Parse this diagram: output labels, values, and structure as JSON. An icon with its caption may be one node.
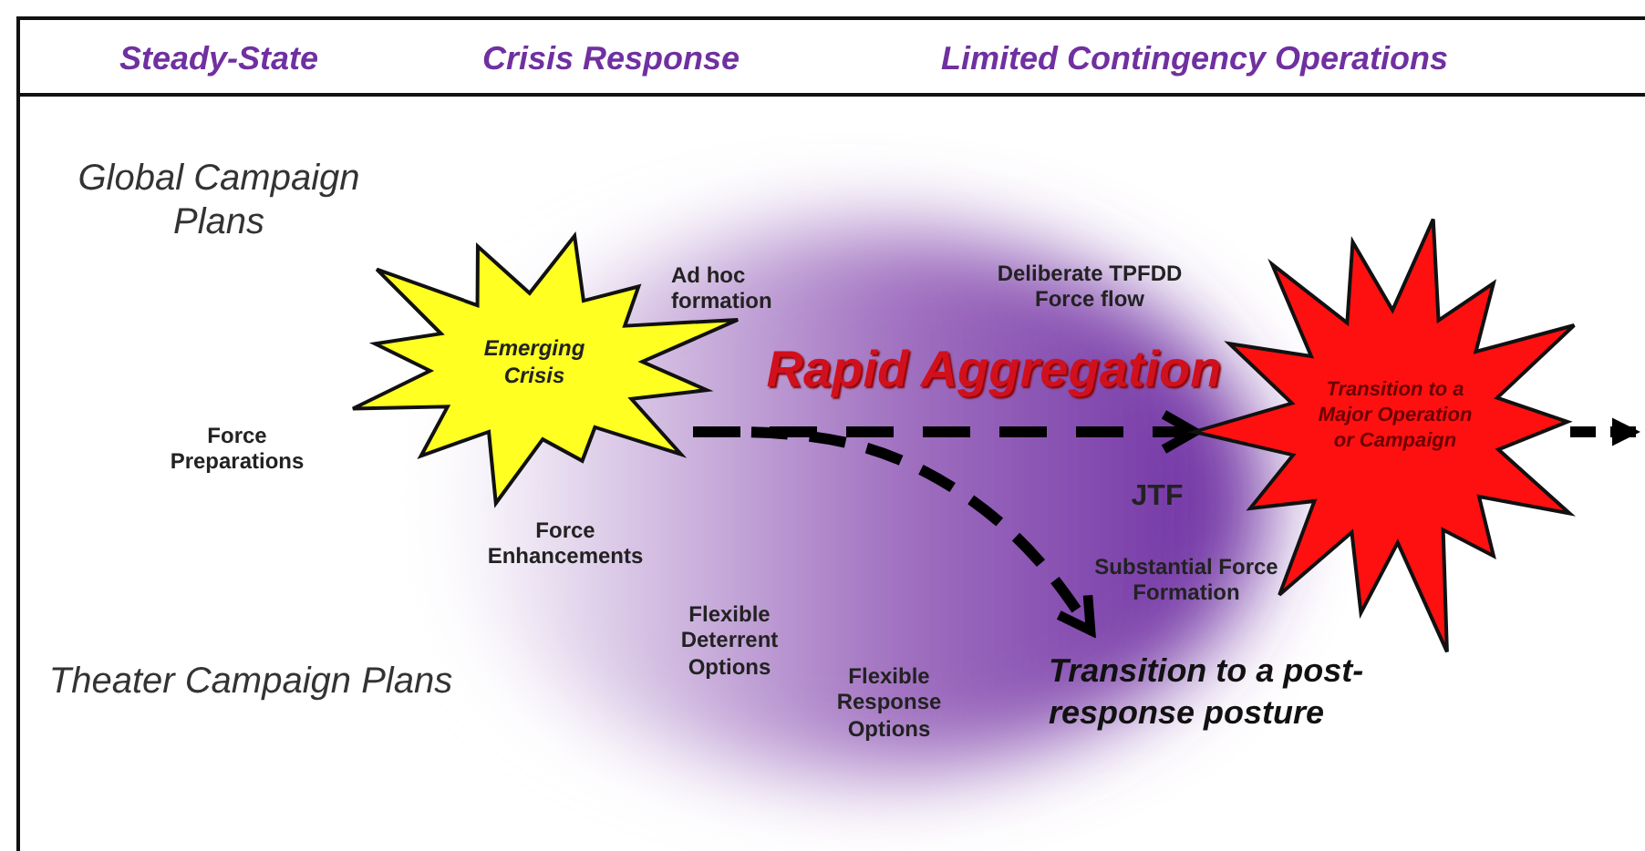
{
  "diagram": {
    "nodes": [
      {
        "text": [
          "Emerging Crisis"
        ]
      },
      {
        "text": [
          "Transition to a Major Operation or Campaign"
        ]
      },
      {
        "text": [
          "Transition to a post-response posture"
        ]
      }
    ],
    "edges": [
      {
        "from": 0,
        "to": 1,
        "arrow": "to",
        "style": "dashed"
      },
      {
        "from": 0,
        "to": 2,
        "arrow": "to",
        "style": "dashed"
      },
      {
        "from": 1,
        "to": null,
        "arrow": "to",
        "style": "dashed"
      }
    ],
    "labels": [
      "Steady-State",
      "Crisis Response",
      "Limited Contingency Operations",
      "Global Campaign Plans",
      "Ad hoc formation",
      "Deliberate TPFDD Force flow",
      "Force Preparations",
      "Rapid Aggregation",
      "JTF",
      "Force Enhancements",
      "Substantial Force Formation",
      "Flexible Deterrent Options",
      "Theater Campaign Plans",
      "Flexible Response Options"
    ]
  }
}
